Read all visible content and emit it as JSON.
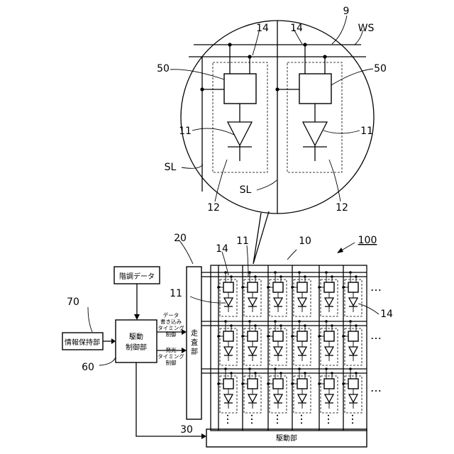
{
  "labels": {
    "ref_9": "9",
    "ref_ws": "WS",
    "ref_14_left": "14",
    "ref_14_right": "14",
    "ref_50_left": "50",
    "ref_50_right": "50",
    "ref_11_left": "11",
    "ref_11_right": "11",
    "ref_sl_left": "SL",
    "ref_sl_center": "SL",
    "ref_12_left": "12",
    "ref_12_right": "12",
    "ref_20": "20",
    "ref_11_top": "11",
    "ref_10": "10",
    "ref_100": "100",
    "ref_14_array_top": "14",
    "ref_11_array_left": "11",
    "ref_14_array_right": "14",
    "ref_70": "70",
    "ref_60": "60",
    "ref_30": "30"
  },
  "blocks": {
    "gradation_data": "階調データ",
    "drive_control_line1": "駆動",
    "drive_control_line2": "制御部",
    "info_holding": "情報保持部",
    "scan_unit_chars": [
      "走",
      "査",
      "部"
    ],
    "drive_unit": "駆動部"
  },
  "signals": {
    "data_write_lines": [
      "データ",
      "書き込み",
      "タイミング",
      "制御"
    ],
    "emission_lines": [
      "発光",
      "タイミング",
      "制御"
    ]
  },
  "ellipsis": "…",
  "array": {
    "rows": 3,
    "cols": 6
  }
}
